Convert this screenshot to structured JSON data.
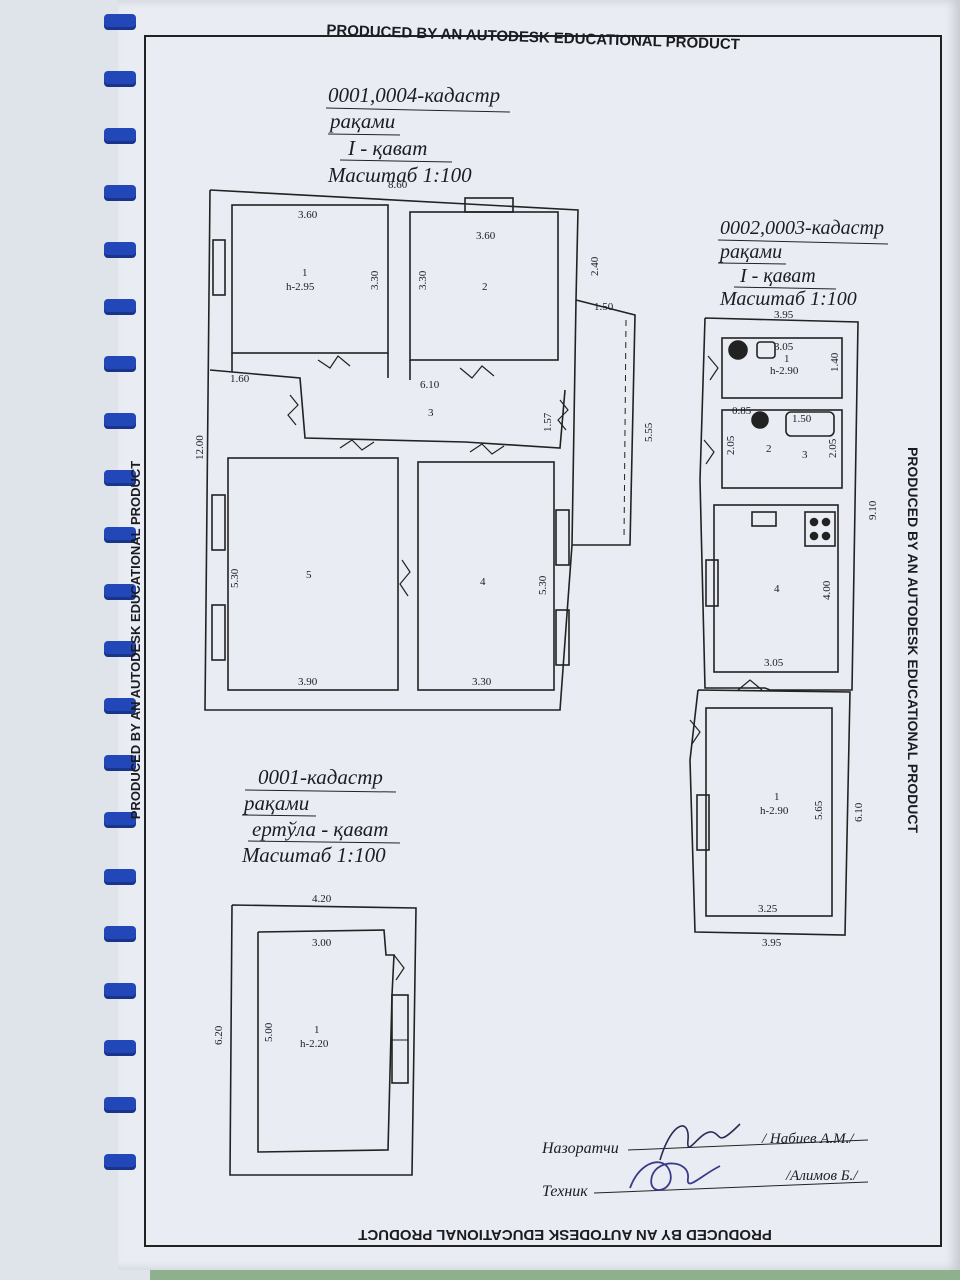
{
  "watermark": "PRODUCED BY AN AUTODESK EDUCATIONAL PRODUCT",
  "plan_a": {
    "cadastre": "0001,0004-кадастр",
    "word": "рақами",
    "floor": "I -  қават",
    "scale": "Масштаб 1:100",
    "dims": {
      "total_width": "8.60",
      "room1_width": "3.60",
      "room2_width": "3.60",
      "room1_depth": "3.30",
      "room2_depth": "3.30",
      "right_top": "2.40",
      "annex_width": "1.50",
      "corridor_left": "1.60",
      "corridor_len": "6.10",
      "corridor_right": "1.57",
      "annex_height": "5.55",
      "total_height": "12.00",
      "room5_depth": "5.30",
      "room4_depth": "5.30",
      "room5_width": "3.90",
      "room4_width": "3.30"
    },
    "rooms": {
      "r1": "1",
      "r1_h": "h-2.95",
      "r2": "2",
      "r3": "3",
      "r4": "4",
      "r5": "5"
    }
  },
  "plan_b": {
    "cadastre": "0002,0003-кадастр",
    "word": "рақами",
    "floor": "I -  қават",
    "scale": "Масштаб 1:100",
    "dims": {
      "top_width": "3.95",
      "bath_width": "3.05",
      "bath_depth": "1.40",
      "w085": "0.85",
      "w150": "1.50",
      "d205a": "2.05",
      "d205b": "2.05",
      "total_height": "9.10",
      "kitchen_depth": "4.00",
      "kitchen_width": "3.05",
      "room_depth": "5.65",
      "outer_depth": "6.10",
      "room_width": "3.25",
      "bottom_width": "3.95"
    },
    "rooms": {
      "b1": "1",
      "b1_h": "h-2.90",
      "b2": "2",
      "b3": "3",
      "b4": "4",
      "b5": "1",
      "b5_h": "h-2.90"
    }
  },
  "plan_c": {
    "cadastre": "0001-кадастр",
    "word": "рақами",
    "floor": "ертўла - қават",
    "scale": "Масштаб 1:100",
    "dims": {
      "outer_width": "4.20",
      "inner_width": "3.00",
      "outer_height": "6.20",
      "inner_height": "5.00"
    },
    "rooms": {
      "c1": "1",
      "c1_h": "h-2.20"
    }
  },
  "signatures": {
    "inspector_role": "Назоратчи",
    "inspector_name": "/ Набиев А.М./",
    "technician_role": "Техник",
    "technician_name": "/Алимов Б./"
  }
}
